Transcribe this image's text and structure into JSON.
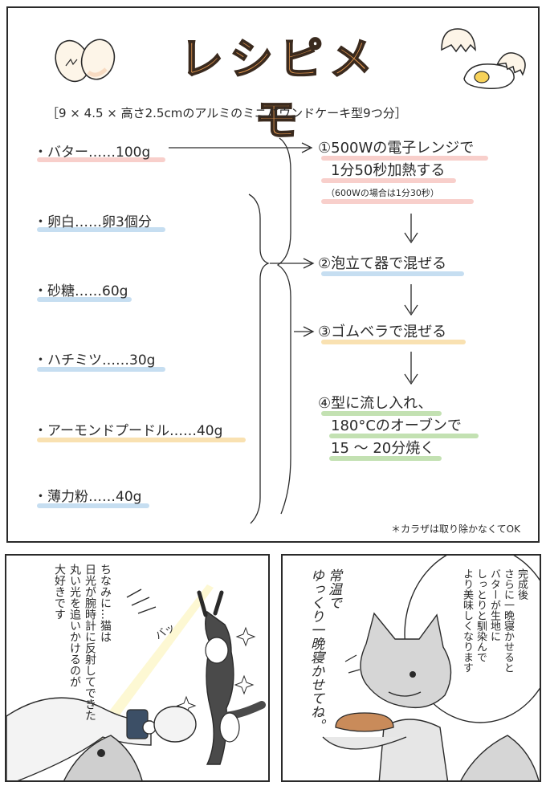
{
  "recipe": {
    "title": "レシピメモ",
    "subtitle": "［9 × 4.5 × 高さ2.5cmのアルミのミニパウンドケーキ型9つ分］",
    "ingredients": [
      {
        "label": "・バター……100g",
        "color": "#f7c7c2"
      },
      {
        "label": "・卵白……卵3個分",
        "color": "#bcd8ee"
      },
      {
        "label": "・砂糖……60g",
        "color": "#bcd8ee"
      },
      {
        "label": "・ハチミツ……30g",
        "color": "#bcd8ee"
      },
      {
        "label": "・アーモンドプードル……40g",
        "color": "#f8dca3"
      },
      {
        "label": "・薄力粉……40g",
        "color": "#bcd8ee"
      }
    ],
    "steps": [
      {
        "lines": [
          "①500Wの電子レンジで",
          "1分50秒加熱する"
        ],
        "sub": "（600Wの場合は1分30秒）",
        "color": "#f7c7c2"
      },
      {
        "lines": [
          "②泡立て器で混ぜる"
        ],
        "color": "#bcd8ee"
      },
      {
        "lines": [
          "③ゴムベラで混ぜる"
        ],
        "color": "#f8dca3"
      },
      {
        "lines": [
          "④型に流し入れ、",
          "180°Cのオーブンで",
          "15 ～ 20分焼く"
        ],
        "color": "#b9dca5"
      }
    ],
    "note": "＊カラザは取り除かなくてOK"
  },
  "comic_left": {
    "narration": [
      "ちなみに…猫は",
      "日光が腕時計に反射してできた",
      "丸い光を追いかけるのが",
      "大好きです"
    ],
    "sfx": "バッ"
  },
  "comic_right": {
    "speech": [
      "完成後",
      "さらに一晩寝かせると",
      "バターが生地に",
      "しっとりと馴染んで",
      "より美味しくなります"
    ],
    "handwritten": [
      "常温で",
      "ゆっくり一晩寝かせてね。"
    ]
  },
  "colors": {
    "title_fill": "#e79a52",
    "title_outline": "#3a2a1e",
    "pink": "#f7c7c2",
    "blue": "#bcd8ee",
    "yellow": "#f8dca3",
    "green": "#b9dca5"
  }
}
